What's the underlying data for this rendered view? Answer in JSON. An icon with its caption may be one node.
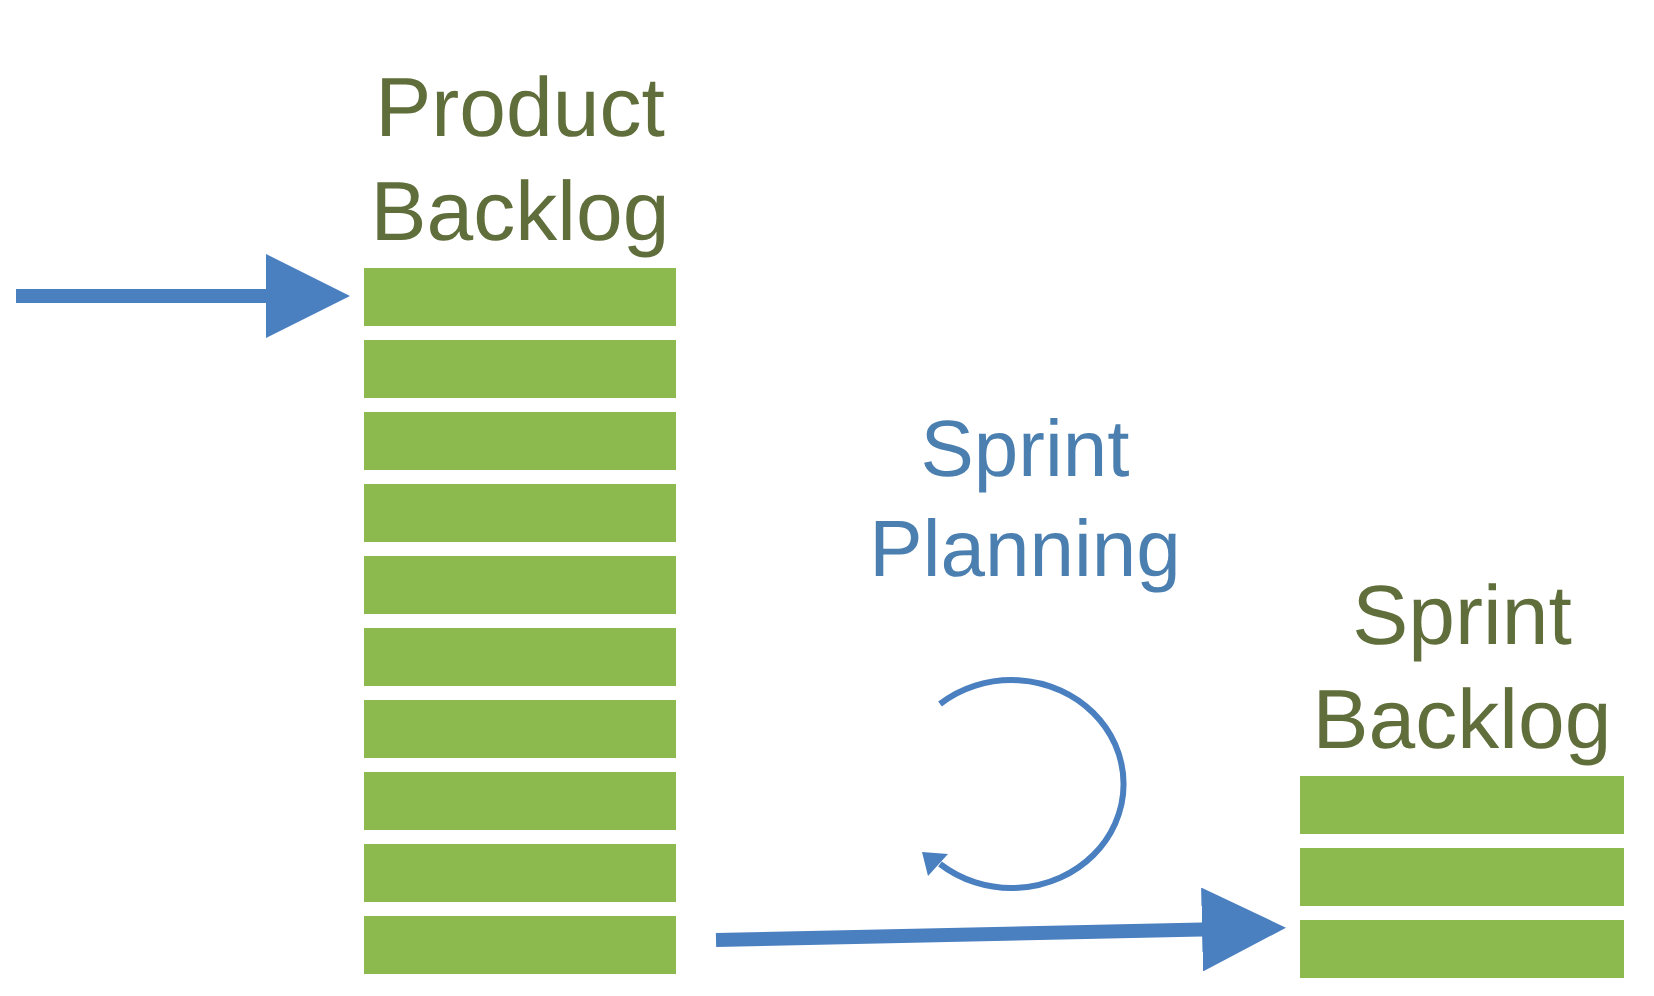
{
  "diagram": {
    "nodes": [
      {
        "text": [
          "Product Backlog"
        ]
      },
      {
        "text": [],
        "shape": "bar",
        "in": 0
      },
      {
        "text": [],
        "shape": "bar",
        "in": 0
      },
      {
        "text": [],
        "shape": "bar",
        "in": 0
      },
      {
        "text": [],
        "shape": "bar",
        "in": 0
      },
      {
        "text": [],
        "shape": "bar",
        "in": 0
      },
      {
        "text": [],
        "shape": "bar",
        "in": 0
      },
      {
        "text": [],
        "shape": "bar",
        "in": 0
      },
      {
        "text": [],
        "shape": "bar",
        "in": 0
      },
      {
        "text": [],
        "shape": "bar",
        "in": 0
      },
      {
        "text": [],
        "shape": "bar",
        "in": 0
      },
      {
        "text": [
          "Sprint Backlog"
        ]
      },
      {
        "text": [],
        "shape": "bar",
        "in": 11
      },
      {
        "text": [],
        "shape": "bar",
        "in": 11
      },
      {
        "text": [],
        "shape": "bar",
        "in": 11
      }
    ],
    "edges": [
      {
        "from": null,
        "to": 0,
        "arrow": "to"
      },
      {
        "from": 0,
        "to": 11,
        "arrow": "to"
      }
    ],
    "labels": [
      "Sprint Planning"
    ]
  }
}
